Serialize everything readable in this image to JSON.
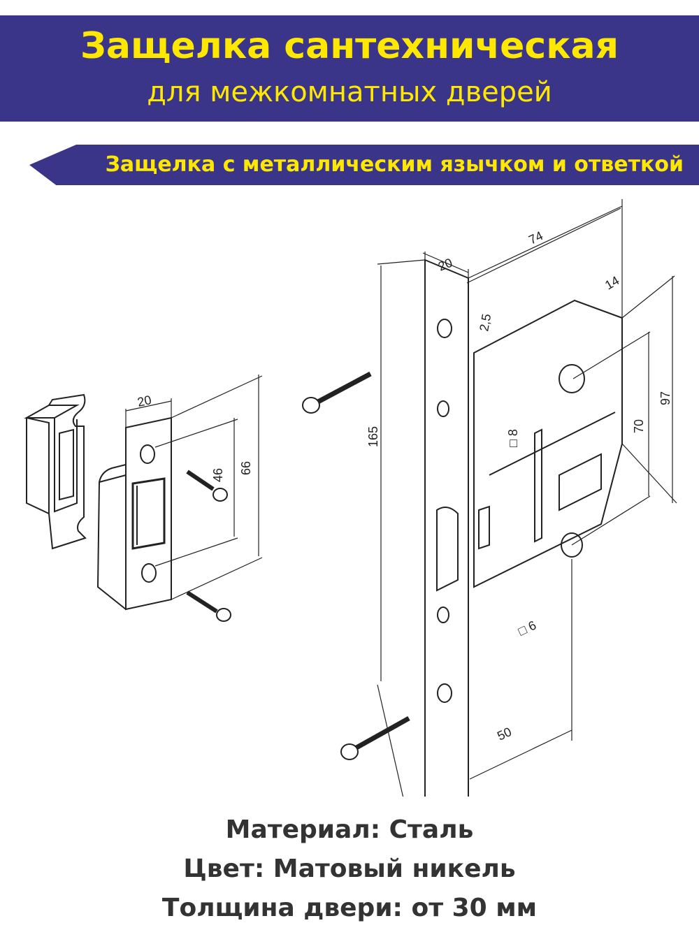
{
  "header": {
    "title": "Защелка сантехническая",
    "subtitle": "для межкомнатных дверей"
  },
  "banner": {
    "text": "Защелка с металлическим язычком и ответкой"
  },
  "dimensions": {
    "faceplate_width": "20",
    "body_depth": "74",
    "offset_14": "14",
    "offset_2_5": "2,5",
    "height_165": "165",
    "square_8": "□ 8",
    "height_70": "70",
    "height_97": "97",
    "square_6": "□ 6",
    "backset_50": "50",
    "strike_width": "20",
    "strike_46": "46",
    "strike_66": "66"
  },
  "specs": {
    "material": "Материал: Сталь",
    "color": "Цвет: Матовый никель",
    "thickness": "Толщина двери: от 30 мм"
  },
  "colors": {
    "header_bg": "#3a3589",
    "header_text": "#ffe800",
    "spec_text": "#333333"
  }
}
